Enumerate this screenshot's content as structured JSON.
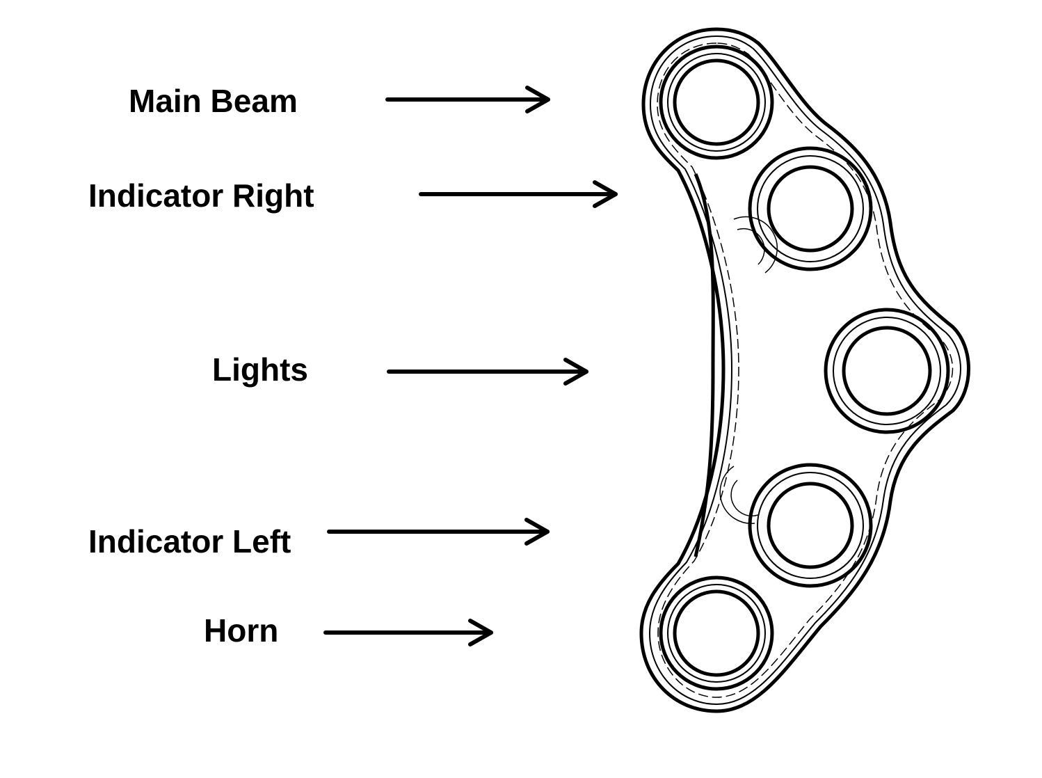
{
  "labels": {
    "main_beam": "Main Beam",
    "indicator_right": "Indicator Right",
    "lights": "Lights",
    "indicator_left": "Indicator Left",
    "horn": "Horn"
  },
  "colors": {
    "line": "#000000",
    "background": "#ffffff"
  }
}
